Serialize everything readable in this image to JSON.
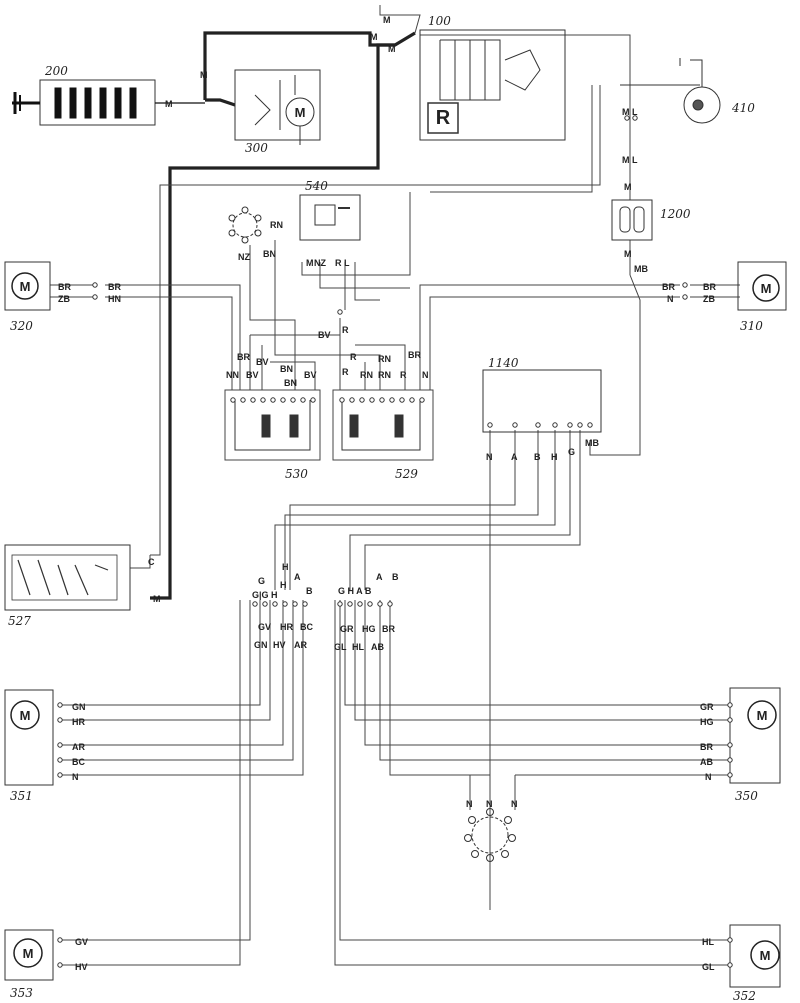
{
  "diagram": {
    "components": {
      "c200": "200",
      "c300": "300",
      "c100": "100",
      "c410": "410",
      "c540": "540",
      "c1200": "1200",
      "c320": "320",
      "c310": "310",
      "c530": "530",
      "c529": "529",
      "c1140": "1140",
      "c527": "527",
      "c351": "351",
      "c350": "350",
      "c353": "353",
      "c352": "352"
    },
    "motor_symbol": "M",
    "relay_symbol": "R",
    "wires": {
      "M": "M",
      "ML": "M L",
      "MB": "MB",
      "RN": "RN",
      "NZ": "NZ",
      "BN": "BN",
      "BR": "BR",
      "ZB": "ZB",
      "HN": "HN",
      "N": "N",
      "BV": "BV",
      "R": "R",
      "NN": "NN",
      "A": "A",
      "B": "B",
      "H": "H",
      "G": "G",
      "C": "C",
      "GV": "GV",
      "HR": "HR",
      "BC": "BC",
      "GN": "GN",
      "HV": "HV",
      "AR": "AR",
      "GR": "GR",
      "HG": "HG",
      "GL": "GL",
      "HL": "HL",
      "AB": "AB",
      "RL": "R L",
      "GIGH": "G|G H",
      "GHAB": "G H A B"
    }
  }
}
